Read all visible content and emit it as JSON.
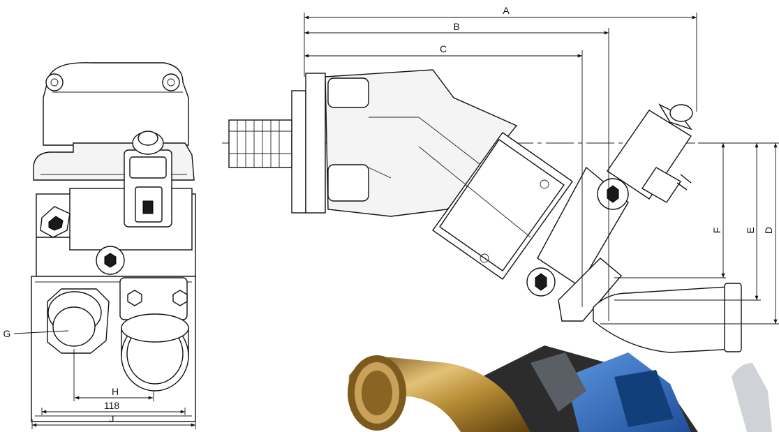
{
  "dimensions": {
    "A": "A",
    "B": "B",
    "C": "C",
    "D": "D",
    "E": "E",
    "F": "F",
    "G": "G",
    "H": "H",
    "value_118": "118",
    "J": "J"
  },
  "colors": {
    "line": "#111111",
    "brass": "#b8923a",
    "blue_body": "#2f6fc4",
    "grey_body": "#5a5f66"
  }
}
